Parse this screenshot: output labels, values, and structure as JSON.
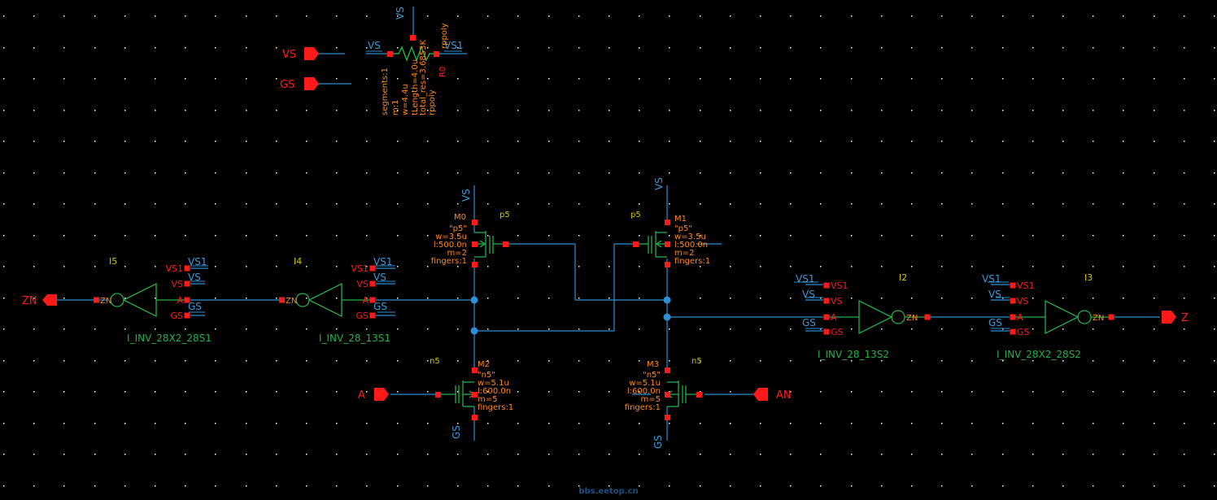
{
  "colors": {
    "background": "#000000",
    "wire": "#2d8fd6",
    "wire_label": "#3a9ad9",
    "pin": "#ff1a1a",
    "device": "#22b04a",
    "param": "#ff8a1f",
    "instance": "#d8c600",
    "grid_dot": "#ffffff",
    "watermark": "#1e4f82"
  },
  "ports": {
    "vs": "VS",
    "gs": "GS",
    "zn": "ZN",
    "a": "A",
    "an": "AN",
    "z": "Z"
  },
  "resistor": {
    "top_net": "VS",
    "left_net": "VS",
    "right_net": "VS1",
    "model": "rppoly",
    "name": "R0",
    "params": [
      "segments:1",
      "m:1",
      "w=4.4u",
      "tLength=4.0u",
      "total_res=3.6853K",
      "rppoly"
    ]
  },
  "pmos": {
    "m0": {
      "name": "M0",
      "model": "p5",
      "params": [
        "\"p5\"",
        "w=3.5u",
        "l:500.0n",
        "m=2",
        "fingers:1"
      ],
      "supply_net": "VS"
    },
    "m1": {
      "name": "M1",
      "model": "p5",
      "params": [
        "\"p5\"",
        "w=3.5u",
        "l:500.0n",
        "m=2",
        "fingers:1"
      ],
      "supply_net": "VS"
    }
  },
  "nmos": {
    "m2": {
      "name": "M2",
      "model": "n5",
      "params": [
        "\"n5\"",
        "w=5.1u",
        "l:600.0n",
        "m=5",
        "fingers:1"
      ],
      "ground_net": "GS"
    },
    "m3": {
      "name": "M3",
      "model": "n5",
      "params": [
        "\"n5\"",
        "w=5.1u",
        "l:600.0n",
        "m=5",
        "fingers:1"
      ],
      "ground_net": "GS"
    }
  },
  "inverters": {
    "i5": {
      "instance": "I5",
      "cell": "I_INV_28X2_28S1",
      "pins": [
        "VS1",
        "VS",
        "A",
        "GS"
      ],
      "out_pin": "ZN",
      "nets": [
        "VS1",
        "VS",
        "GS"
      ]
    },
    "i4": {
      "instance": "I4",
      "cell": "I_INV_28_13S1",
      "pins": [
        "VS1",
        "VS",
        "A",
        "GS"
      ],
      "out_pin": "ZN",
      "nets": [
        "VS1",
        "VS",
        "GS"
      ]
    },
    "i2": {
      "instance": "I2",
      "cell": "I_INV_28_13S2",
      "pins": [
        "VS1",
        "VS",
        "A",
        "GS"
      ],
      "out_pin": "ZN",
      "nets": [
        "VS1",
        "VS",
        "GS"
      ]
    },
    "i3": {
      "instance": "I3",
      "cell": "I_INV_28X2_28S2",
      "pins": [
        "VS1",
        "VS",
        "A",
        "GS"
      ],
      "out_pin": "ZN",
      "nets": [
        "VS1",
        "VS",
        "GS"
      ]
    }
  },
  "watermark": "bbs.eetop.cn"
}
